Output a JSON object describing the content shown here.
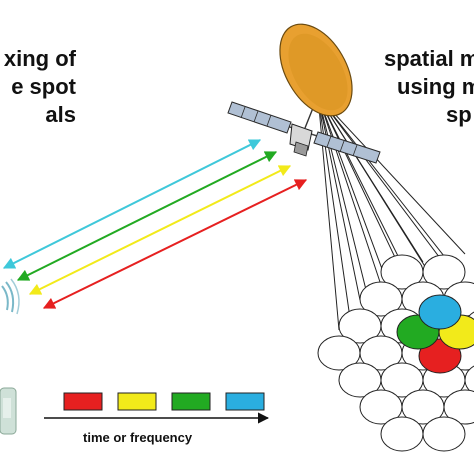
{
  "left_caption": {
    "line1": "xing of",
    "line2": "e spot",
    "line3": "als"
  },
  "right_caption": {
    "line1": "spatial m",
    "line2": "using m",
    "line3": "sp"
  },
  "axis_label": "time or frequency",
  "colors": {
    "cyan": "#3ec8da",
    "green": "#22aa22",
    "yellow": "#f2ea1a",
    "red": "#e62020",
    "blue": "#2aaee0",
    "dish": "#e8a030"
  },
  "spot_colors": [
    "red",
    "yellow",
    "green",
    "blue"
  ]
}
